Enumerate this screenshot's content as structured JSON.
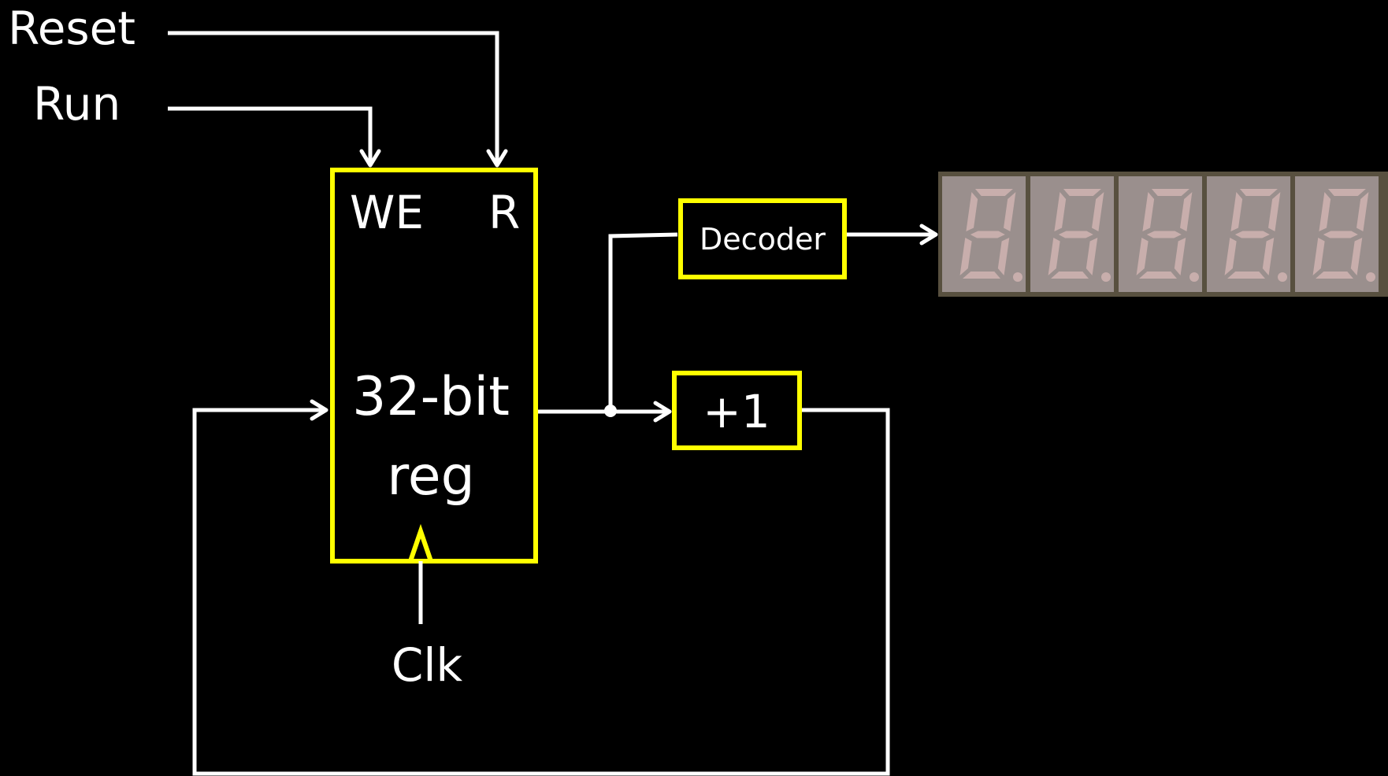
{
  "inputs": {
    "reset_label": "Reset",
    "run_label": "Run",
    "clock_label": "Clk"
  },
  "register": {
    "we_port": "WE",
    "r_port": "R",
    "title_line1": "32-bit",
    "title_line2": "reg"
  },
  "decoder": {
    "label": "Decoder"
  },
  "incrementer": {
    "label": "+1"
  },
  "display": {
    "digit_count": 5
  },
  "colors": {
    "background": "#000000",
    "wire": "#ffffff",
    "block_outline": "#ffff00",
    "display_body": "#58503f",
    "segment": "#c8aeac"
  }
}
